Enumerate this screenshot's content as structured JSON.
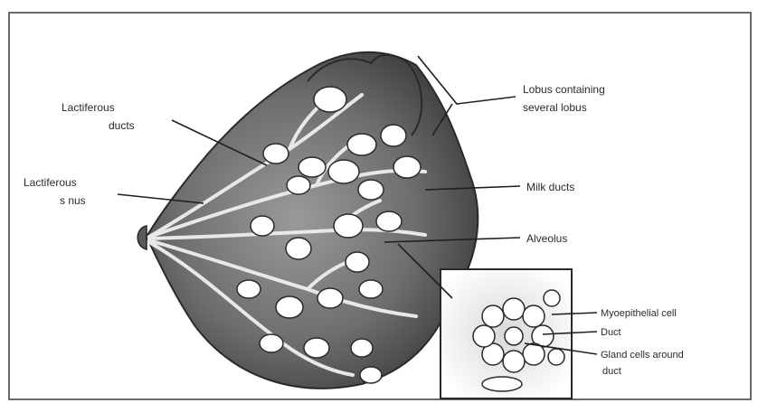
{
  "labels": {
    "lactiferous_ducts_1": "Lactiferous",
    "lactiferous_ducts_2": "ducts",
    "lactiferous_sinus_1": "Lactiferous",
    "lactiferous_sinus_2": "s nus",
    "lobus_1": "Lobus containing",
    "lobus_2": "several lobus",
    "milk_ducts": "Milk ducts",
    "alveolus": "Alveolus",
    "myoepithelial": "Myoepithelial cell",
    "duct": "Duct",
    "gland_cells_1": "Gland cells around",
    "gland_cells_2": "duct"
  },
  "colors": {
    "ink": "#1f1f1f",
    "tissue_dark": "#4a4a4a",
    "tissue_mid": "#8a8a8a",
    "background": "#ffffff"
  }
}
